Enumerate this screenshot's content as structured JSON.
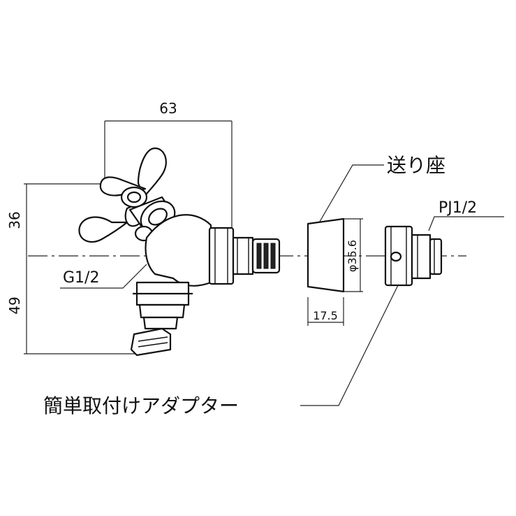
{
  "dimensions": {
    "width_63": "63",
    "height_36": "36",
    "height_49": "49",
    "diameter": "φ35.6",
    "length_17_5": "17.5"
  },
  "labels": {
    "sending_seat": "送り座",
    "pj_thread": "PJ1/2",
    "g_thread": "G1/2",
    "adapter": "簡単取付けアダプター"
  }
}
